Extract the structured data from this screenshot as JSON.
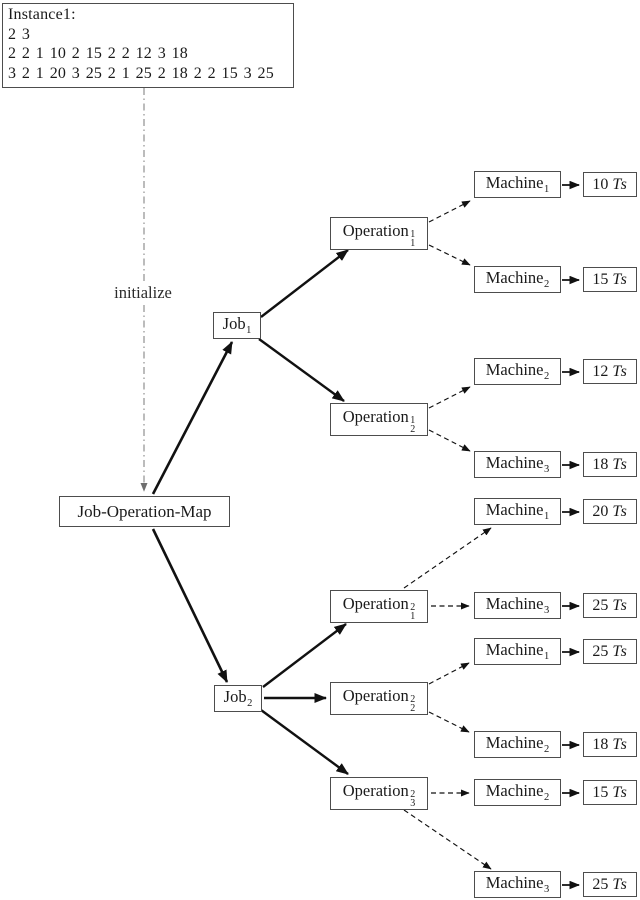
{
  "diagram": {
    "instance": {
      "title": "Instance1:",
      "line1": "2 3",
      "line2": "2 2 1 10 2 15 2 2 12 3 18",
      "line3": "3 2 1 20 3 25 2 1 25 2 18 2 2 15 3 25"
    },
    "initialize_label": "initialize",
    "root_label": "Job-Operation-Map",
    "jobs": [
      {
        "base": "Job",
        "sub": "1"
      },
      {
        "base": "Job",
        "sub": "2"
      }
    ],
    "operations": [
      {
        "base": "Operation",
        "sup": "1",
        "sub": "1"
      },
      {
        "base": "Operation",
        "sup": "1",
        "sub": "2"
      },
      {
        "base": "Operation",
        "sup": "2",
        "sub": "1"
      },
      {
        "base": "Operation",
        "sup": "2",
        "sub": "2"
      },
      {
        "base": "Operation",
        "sup": "2",
        "sub": "3"
      }
    ],
    "machine_rows": [
      {
        "base": "Machine",
        "sub": "1",
        "time": "10",
        "unit": "Ts"
      },
      {
        "base": "Machine",
        "sub": "2",
        "time": "15",
        "unit": "Ts"
      },
      {
        "base": "Machine",
        "sub": "2",
        "time": "12",
        "unit": "Ts"
      },
      {
        "base": "Machine",
        "sub": "3",
        "time": "18",
        "unit": "Ts"
      },
      {
        "base": "Machine",
        "sub": "1",
        "time": "20",
        "unit": "Ts"
      },
      {
        "base": "Machine",
        "sub": "3",
        "time": "25",
        "unit": "Ts"
      },
      {
        "base": "Machine",
        "sub": "1",
        "time": "25",
        "unit": "Ts"
      },
      {
        "base": "Machine",
        "sub": "2",
        "time": "18",
        "unit": "Ts"
      },
      {
        "base": "Machine",
        "sub": "2",
        "time": "15",
        "unit": "Ts"
      },
      {
        "base": "Machine",
        "sub": "3",
        "time": "25",
        "unit": "Ts"
      }
    ],
    "colors": {
      "edge": "#111111",
      "dash_dot_edge": "#8f8f8f",
      "box_border": "#4d4d4d"
    }
  }
}
